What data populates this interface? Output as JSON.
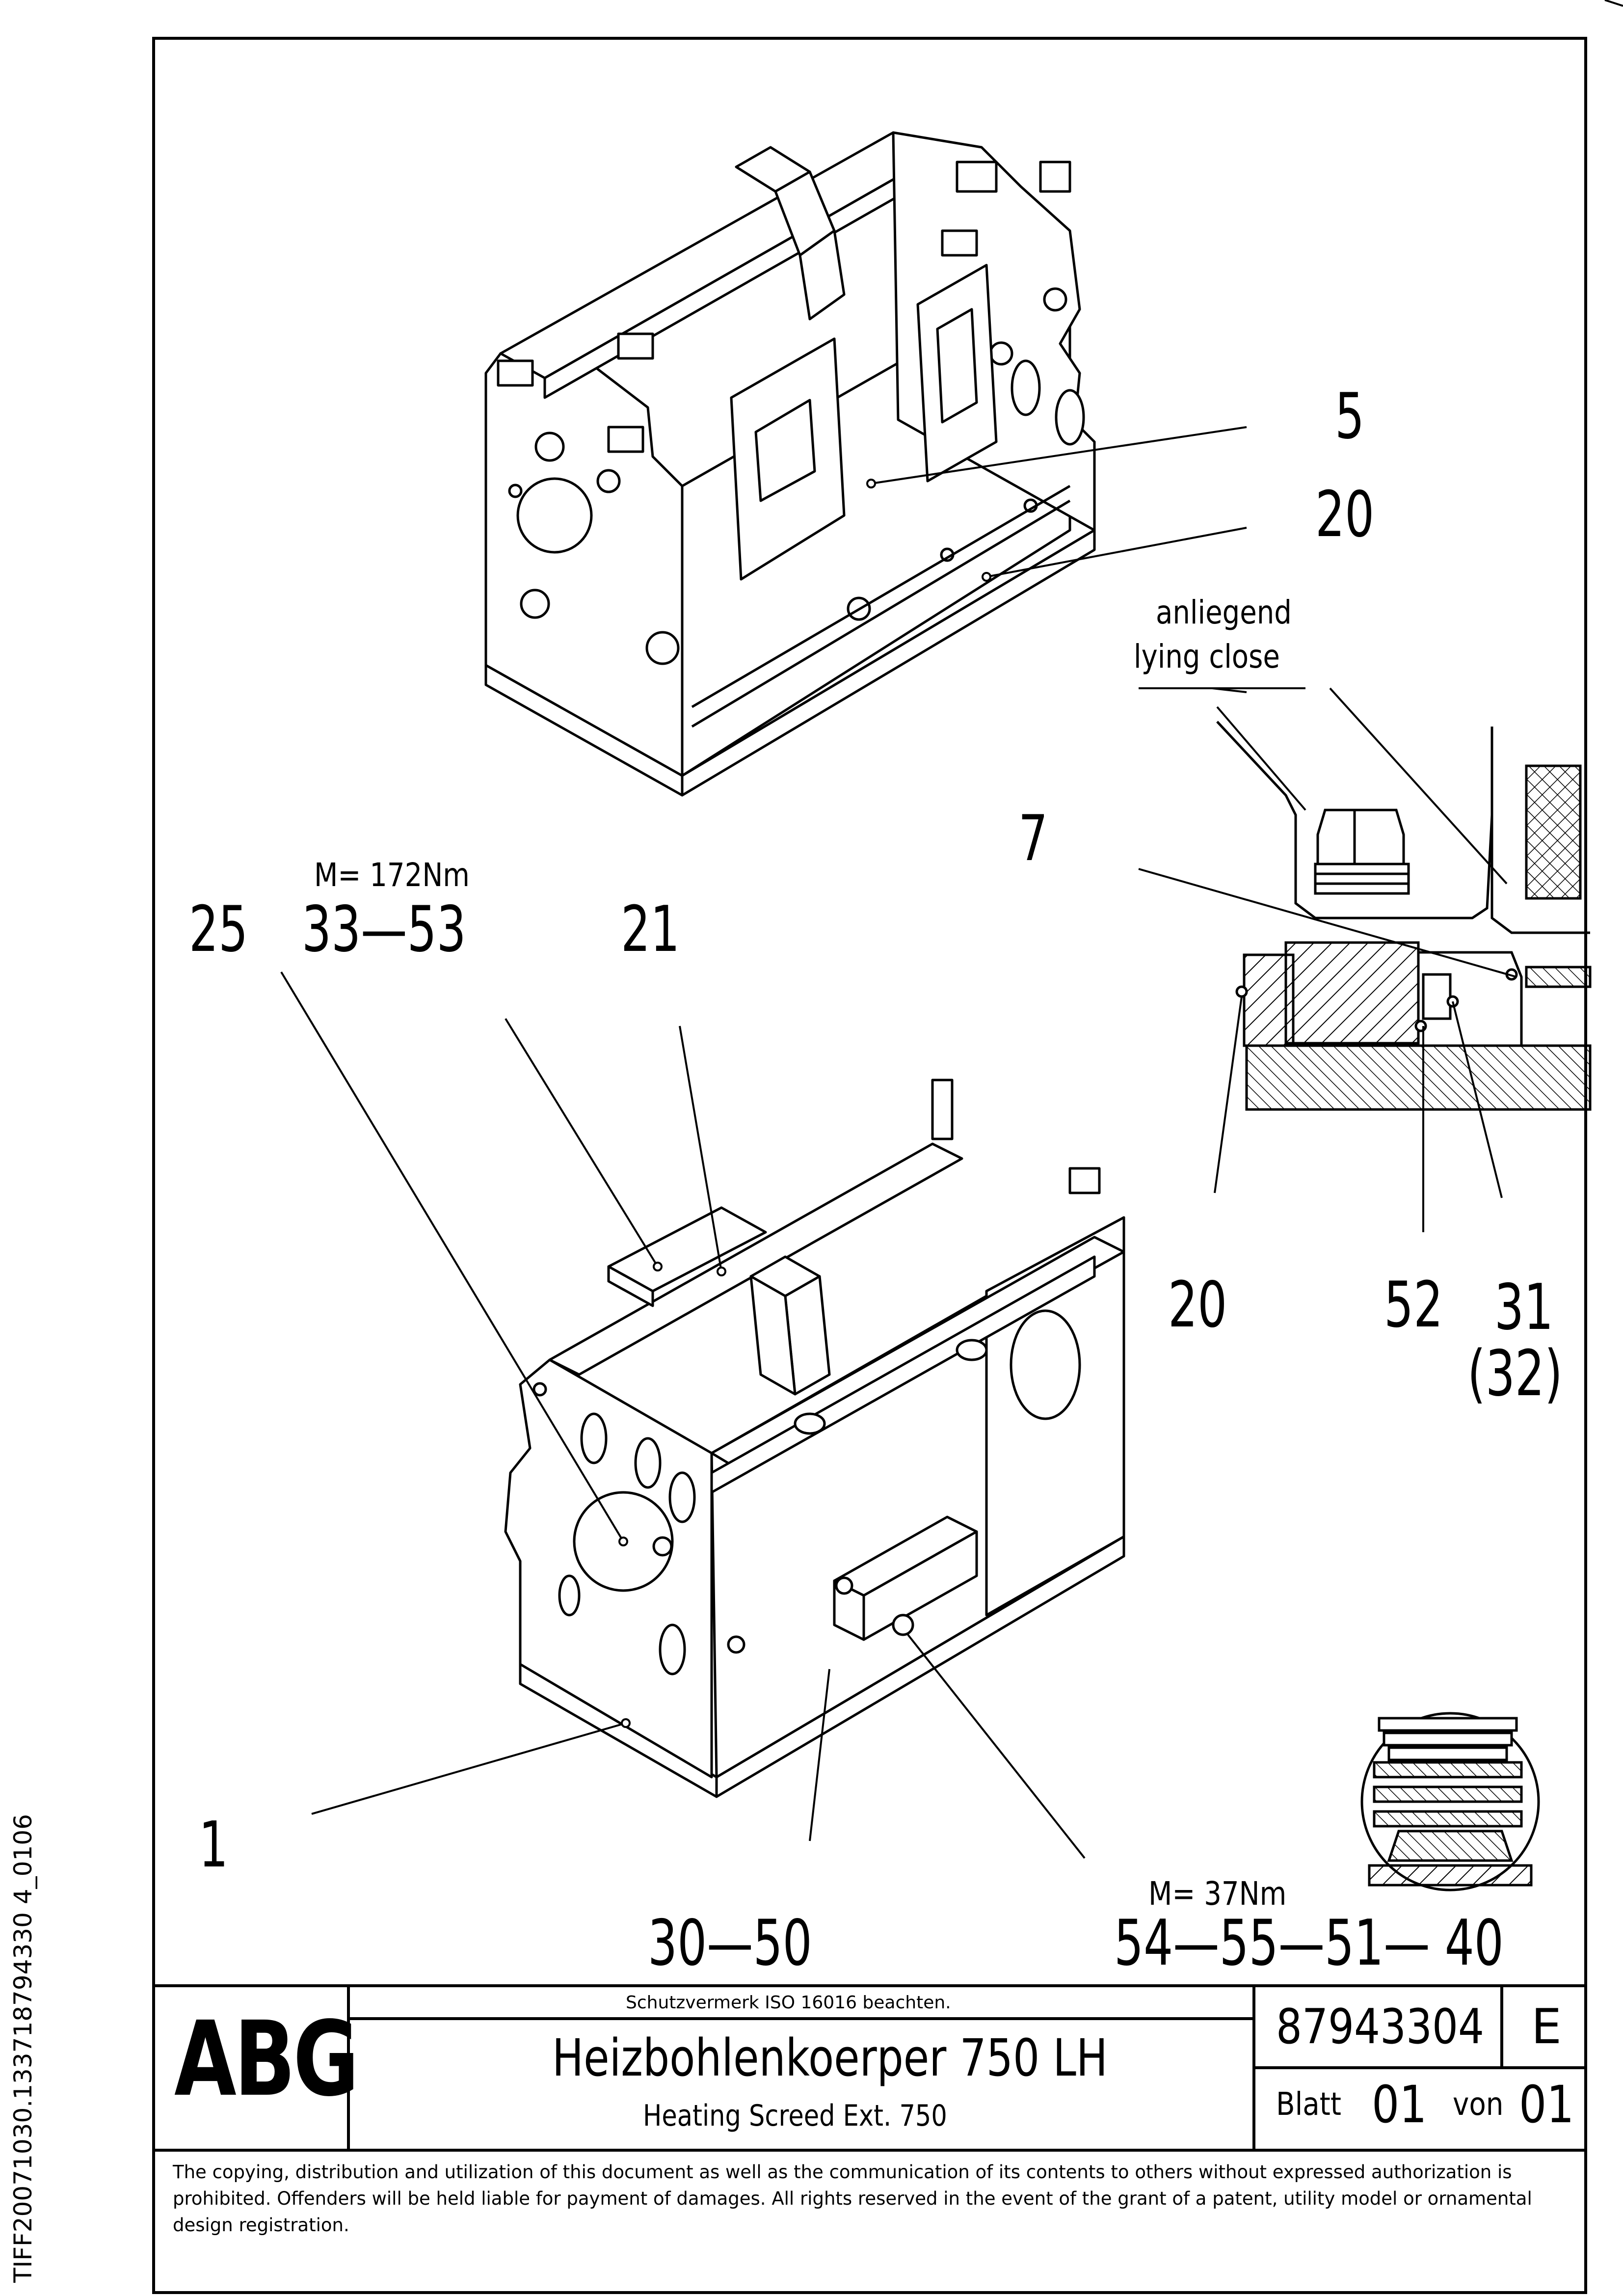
{
  "side_code": "TIFF20071030.133718794330 4_0106",
  "callouts": {
    "c5": "5",
    "c20_top": "20",
    "anliegend": "anliegend",
    "lying_close": "lying close",
    "c7": "7",
    "torque_top": "M= 172Nm",
    "c25": "25",
    "c33_53": "33—53",
    "c21": "21",
    "c20_detail": "20",
    "c52": "52",
    "c31": "31",
    "c32": "(32)",
    "c1": "1",
    "c30_50": "30—50",
    "torque_bottom": "M= 37Nm",
    "c54_40": "54—55—51— 40"
  },
  "title_block": {
    "logo": "ABG",
    "notice": "Schutzvermerk ISO 16016 beachten.",
    "title_de": "Heizbohlenkoerper 750 LH",
    "title_en": "Heating Screed Ext. 750",
    "drawing_number": "87943304",
    "revision": "E",
    "sheet_label": "Blatt",
    "sheet_number": "01",
    "of_label": "von",
    "sheet_total": "01"
  },
  "copyright": "The copying, distribution and utilization of this document as well as the communication of its contents to others without expressed authorization is prohibited. Offenders will be held liable for payment of damages. All rights reserved in the event of the grant of a patent, utility model or ornamental design registration."
}
